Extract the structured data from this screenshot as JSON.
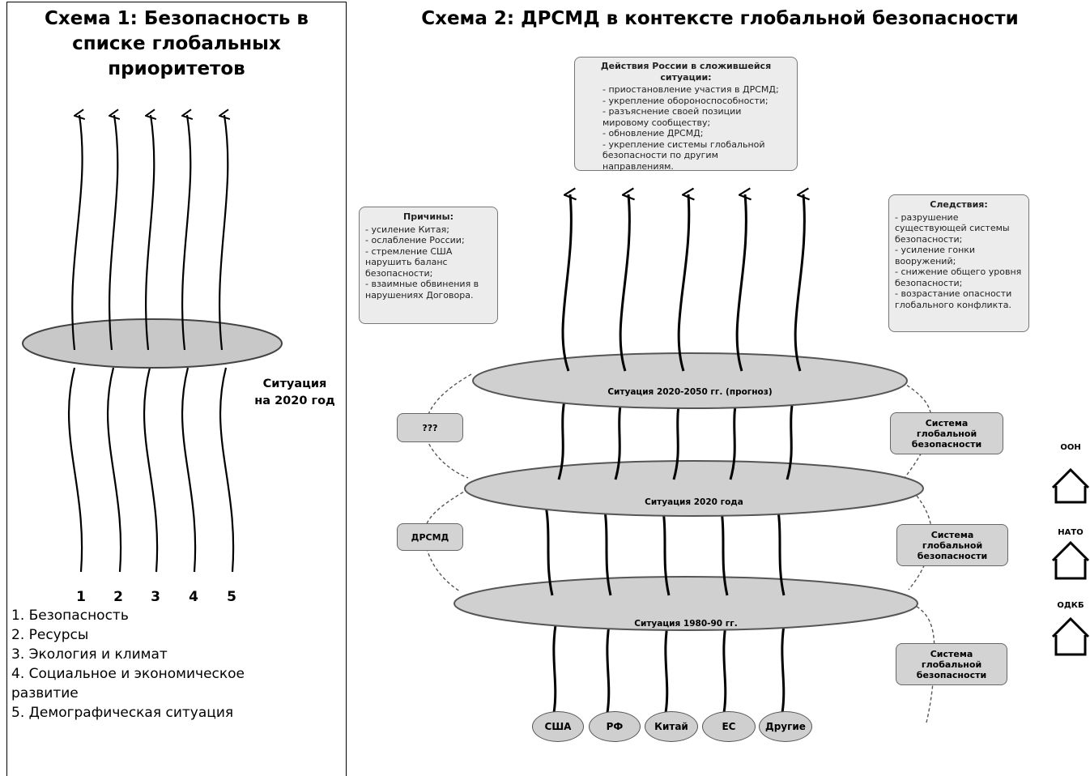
{
  "scheme1": {
    "title": "Схема 1: Безопасность в списке глобальных приоритетов",
    "situation_label": "Ситуация\nна 2020 год",
    "numbers": [
      "1",
      "2",
      "3",
      "4",
      "5"
    ],
    "legend": [
      "1. Безопасность",
      "2. Ресурсы",
      "3. Экология и климат",
      "4. Социальное и экономическое развитие",
      "5. Демографическая ситуация"
    ]
  },
  "scheme2": {
    "title": "Схема 2: ДРСМД в контексте глобальной безопасности",
    "actions": {
      "title": "Действия России в сложившейся ситуации:",
      "lines": [
        "- приостановление участия в ДРСМД;",
        "- укрепление обороноспособности;",
        "- разъяснение своей позиции мировому сообществу;",
        "- обновление ДРСМД;",
        "- укрепление системы глобальной безопасности по другим направлениям."
      ]
    },
    "causes": {
      "title": "Причины:",
      "lines": [
        "- усиление Китая;",
        "- ослабление России;",
        "- стремление США нарушить баланс безопасности;",
        "- взаимные обвинения в нарушениях Договора."
      ]
    },
    "consequences": {
      "title": "Следствия:",
      "lines": [
        "- разрушение существующей системы безопасности;",
        "- усиление гонки вооружений;",
        "- снижение общего уровня безопасности;",
        "- возрастание опасности глобального конфликта."
      ]
    },
    "ellipses": [
      "Ситуация 2020-2050 гг. (прогноз)",
      "Ситуация 2020 года",
      "Ситуация 1980-90 гг."
    ],
    "left_pills": [
      "???",
      "ДРСМД"
    ],
    "right_pill": "Система глобальной безопасности",
    "actors": [
      "США",
      "РФ",
      "Китай",
      "ЕС",
      "Другие"
    ],
    "orgs": [
      "ООН",
      "НАТО",
      "ОДКБ"
    ]
  }
}
